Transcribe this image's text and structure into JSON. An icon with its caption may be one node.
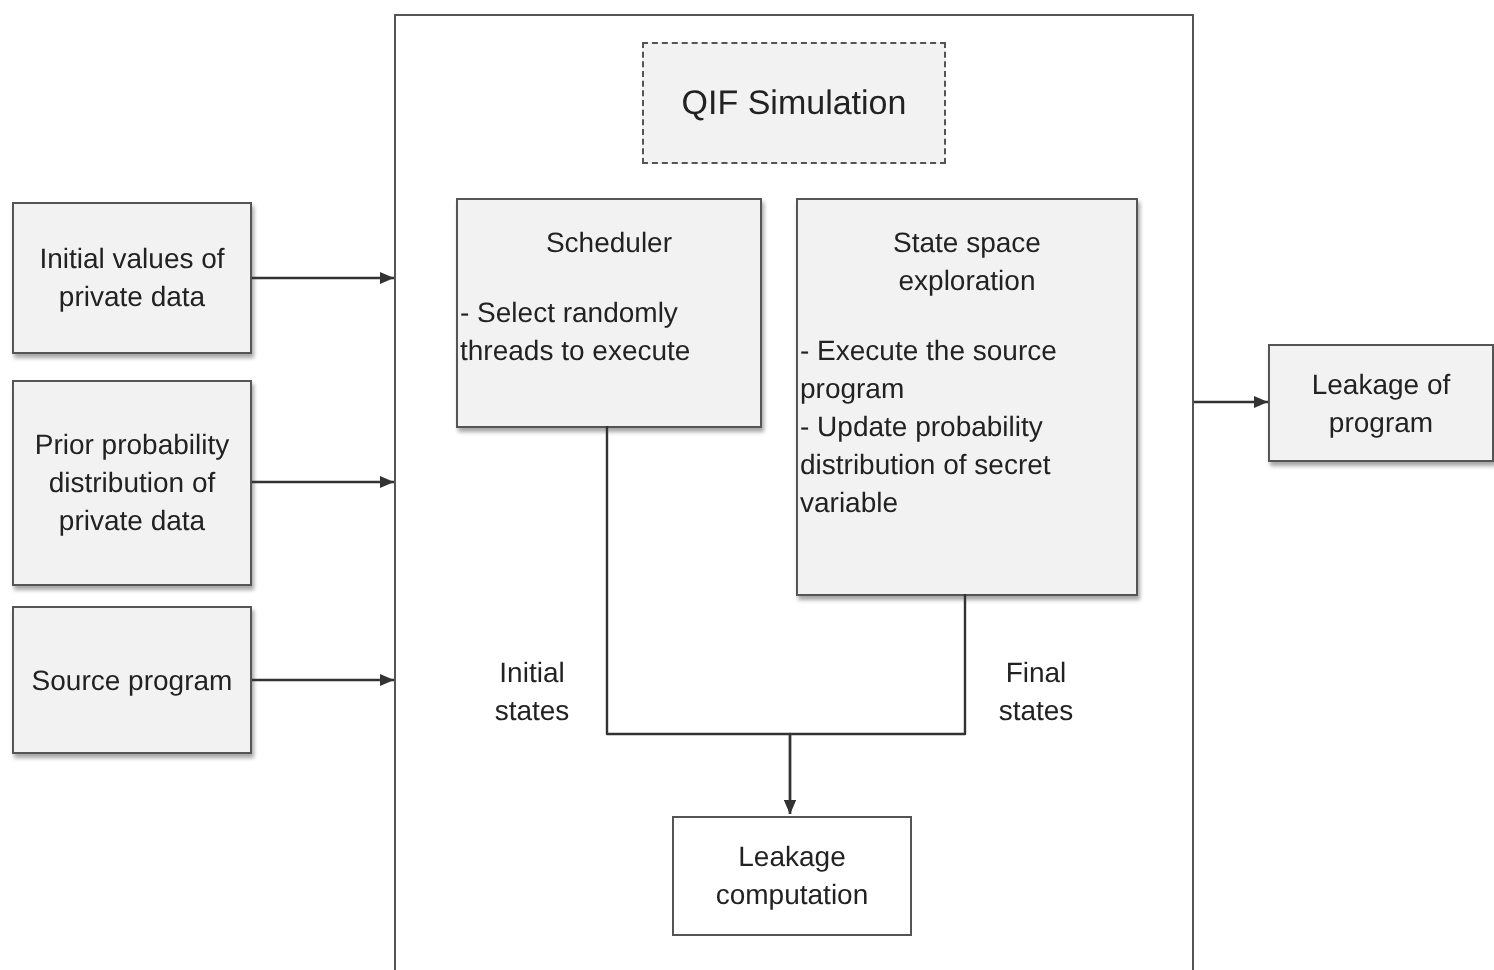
{
  "diagram": {
    "nodes": [
      {
        "text": [
          "Initial values of private data"
        ]
      },
      {
        "text": [
          "Prior probability distribution of private data"
        ]
      },
      {
        "text": [
          "Source program"
        ]
      },
      {
        "text": [],
        "shape": "box"
      },
      {
        "text": [
          "QIF Simulation"
        ],
        "in": 3
      },
      {
        "text": [
          "Scheduler",
          "- Select randomly threads to execute"
        ],
        "in": 3
      },
      {
        "text": [
          "State space exploration",
          "- Execute the source program",
          "- Update probability distribution of secret variable"
        ],
        "in": 3
      },
      {
        "text": [
          "Leakage computation"
        ],
        "in": 3
      },
      {
        "text": [
          "Leakage of program"
        ]
      }
    ],
    "edges": [
      {
        "from": 0,
        "to": 3,
        "arrow": "to"
      },
      {
        "from": 1,
        "to": 3,
        "arrow": "to"
      },
      {
        "from": 2,
        "to": 3,
        "arrow": "to"
      },
      {
        "from": 3,
        "to": 8,
        "arrow": "to"
      },
      {
        "from": 5,
        "to": 7,
        "arrow": "to",
        "label": "Initial states"
      },
      {
        "from": 6,
        "to": 7,
        "arrow": "to",
        "label": "Final states"
      }
    ]
  }
}
